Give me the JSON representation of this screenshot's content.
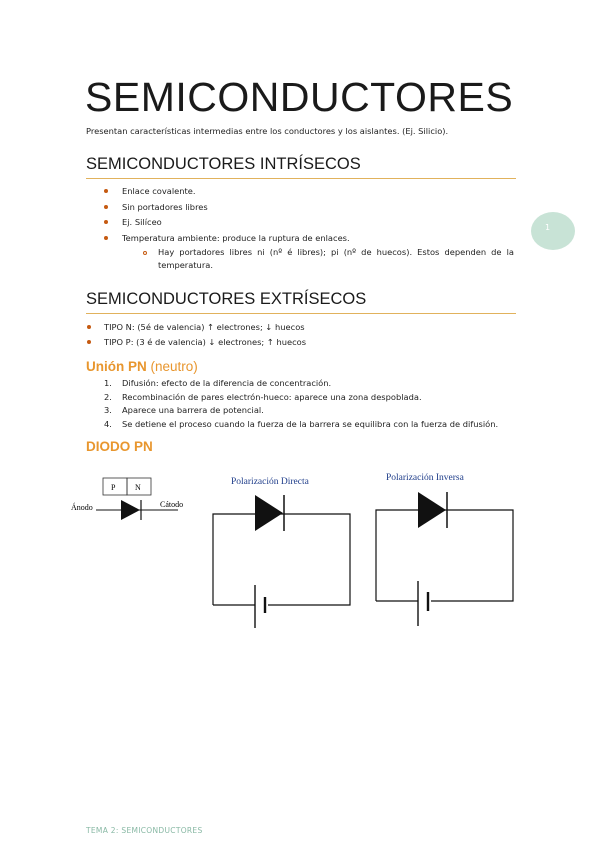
{
  "title": "SEMICONDUCTORES",
  "intro": "Presentan características intermedias entre los conductores y los aislantes. (Ej. Silicio).",
  "intrinsecos": {
    "heading": "SEMICONDUCTORES INTRÍSECOS",
    "bullets": [
      "Enlace covalente.",
      "Sin portadores libres",
      "Ej. Silíceo",
      "Temperatura ambiente: produce la ruptura de enlaces."
    ],
    "sub": "Hay portadores libres ni (nº é libres); pi (nº de huecos). Estos dependen de la temperatura."
  },
  "extrinsecos": {
    "heading": "SEMICONDUCTORES EXTRÍSECOS",
    "bullets": [
      "TIPO N: (5é de valencia) ↑ electrones; ↓ huecos",
      "TIPO P: (3 é de valencia) ↓ electrones; ↑ huecos"
    ]
  },
  "union": {
    "heading_main": "Unión PN",
    "heading_note": "(neutro)",
    "items": [
      {
        "n": "1.",
        "text": "Difusión: efecto de la diferencia de concentración."
      },
      {
        "n": "2.",
        "text": "Recombinación de pares electrón-hueco: aparece una zona despoblada."
      },
      {
        "n": "3.",
        "text": "Aparece una barrera de potencial."
      },
      {
        "n": "4.",
        "text": "Se detiene el proceso cuando la fuerza de la barrera se equilibra con la fuerza de difusión."
      }
    ]
  },
  "diodo": {
    "heading": "DIODO PN",
    "symbol": {
      "p": "P",
      "n": "N",
      "anodo": "Ánodo",
      "catodo": "Cátodo"
    },
    "directa_label": "Polarización Directa",
    "inversa_label": "Polarización Inversa"
  },
  "page_number": "1",
  "footer": "TEMA 2: SEMICONDUCTORES",
  "colors": {
    "accent": "#e8962e",
    "bullet": "#c55a11",
    "rule": "#e1b25c",
    "badge": "#c8e3d6",
    "footer": "#88b8a4"
  }
}
